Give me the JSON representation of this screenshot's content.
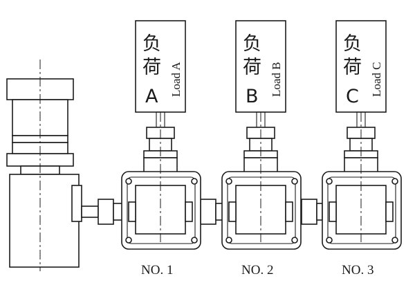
{
  "loads": [
    {
      "cn_line1": "负",
      "cn_line2": "荷",
      "letter": "A",
      "en": "Load A"
    },
    {
      "cn_line1": "负",
      "cn_line2": "荷",
      "letter": "B",
      "en": "Load B"
    },
    {
      "cn_line1": "负",
      "cn_line2": "荷",
      "letter": "C",
      "en": "Load C"
    }
  ],
  "stations": [
    "NO. 1",
    "NO. 2",
    "NO. 3"
  ]
}
